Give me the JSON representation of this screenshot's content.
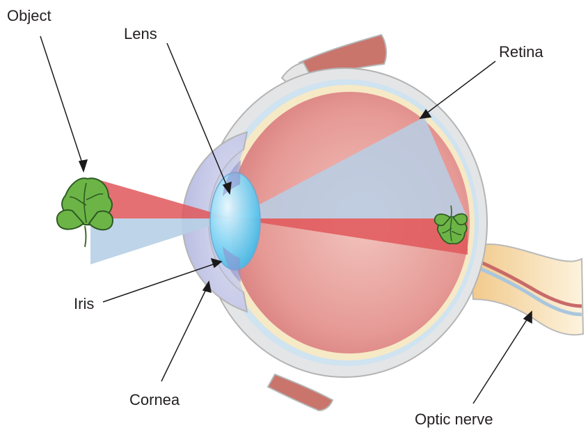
{
  "labels": {
    "object": "Object",
    "lens": "Lens",
    "retina": "Retina",
    "iris": "Iris",
    "cornea": "Cornea",
    "optic_nerve": "Optic nerve"
  },
  "colors": {
    "sclera": "#e4e5e6",
    "choroid": "#cfe3f1",
    "retina": "#f6e9c6",
    "vitreous": "#dd7b7b",
    "ray_red": "#e0575b",
    "ray_blue": "#b7cfe6",
    "lens": "#5bc8ef",
    "leaf": "#6cb446",
    "muscle": "#c9756c",
    "nerve": "#f6dfb0"
  }
}
